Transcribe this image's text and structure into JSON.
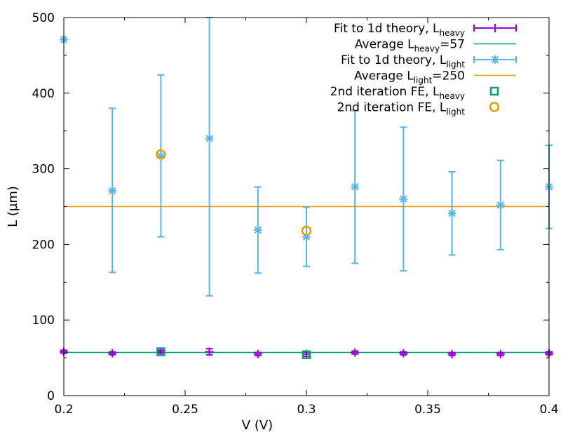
{
  "chart_data": {
    "type": "scatter",
    "xlabel": "V  (V)",
    "ylabel": "L (µm)",
    "xlim": [
      0.2,
      0.4
    ],
    "ylim": [
      0,
      500
    ],
    "x_ticks": [
      0.2,
      0.25,
      0.3,
      0.35,
      0.4
    ],
    "x_tick_labels": [
      "0.2",
      "0.25",
      "0.3",
      "0.35",
      "0.4"
    ],
    "y_ticks": [
      0,
      100,
      200,
      300,
      400,
      500
    ],
    "y_tick_labels": [
      "0",
      "100",
      "200",
      "300",
      "400",
      "500"
    ],
    "grid": false,
    "legend_position": "top-right",
    "series": [
      {
        "id": "fit_heavy",
        "kind": "errorbars",
        "marker": "plus",
        "color": "#9400d3",
        "legend": {
          "main": "Fit to 1d theory, L",
          "sub": "heavy",
          "tail": ""
        },
        "points": [
          {
            "x": 0.2,
            "y": 58,
            "lo": 56,
            "hi": 60
          },
          {
            "x": 0.22,
            "y": 56,
            "lo": 54,
            "hi": 58
          },
          {
            "x": 0.24,
            "y": 58,
            "lo": 56,
            "hi": 60
          },
          {
            "x": 0.26,
            "y": 58,
            "lo": 54,
            "hi": 62
          },
          {
            "x": 0.28,
            "y": 55,
            "lo": 53,
            "hi": 57
          },
          {
            "x": 0.3,
            "y": 55,
            "lo": 52,
            "hi": 58
          },
          {
            "x": 0.32,
            "y": 57,
            "lo": 55,
            "hi": 59
          },
          {
            "x": 0.34,
            "y": 56,
            "lo": 54,
            "hi": 58
          },
          {
            "x": 0.36,
            "y": 55,
            "lo": 53,
            "hi": 57
          },
          {
            "x": 0.38,
            "y": 55,
            "lo": 53,
            "hi": 57
          },
          {
            "x": 0.4,
            "y": 56,
            "lo": 54,
            "hi": 58
          }
        ]
      },
      {
        "id": "avg_heavy",
        "kind": "hline",
        "color": "#009e73",
        "y": 57,
        "legend": {
          "main": "Average L",
          "sub": "heavy",
          "tail": "=57"
        }
      },
      {
        "id": "fit_light",
        "kind": "errorbars",
        "marker": "star",
        "color": "#56b4e9",
        "legend": {
          "main": "Fit to 1d theory, L",
          "sub": "light",
          "tail": ""
        },
        "points": [
          {
            "x": 0.2,
            "y": 471,
            "lo": 471,
            "hi": 471
          },
          {
            "x": 0.22,
            "y": 271,
            "lo": 163,
            "hi": 380
          },
          {
            "x": 0.24,
            "y": 317,
            "lo": 210,
            "hi": 424
          },
          {
            "x": 0.26,
            "y": 340,
            "lo": 132,
            "hi": 500
          },
          {
            "x": 0.28,
            "y": 219,
            "lo": 162,
            "hi": 276
          },
          {
            "x": 0.3,
            "y": 210,
            "lo": 171,
            "hi": 249
          },
          {
            "x": 0.32,
            "y": 276,
            "lo": 175,
            "hi": 377
          },
          {
            "x": 0.34,
            "y": 260,
            "lo": 165,
            "hi": 355
          },
          {
            "x": 0.36,
            "y": 241,
            "lo": 186,
            "hi": 296
          },
          {
            "x": 0.38,
            "y": 252,
            "lo": 193,
            "hi": 311
          },
          {
            "x": 0.4,
            "y": 276,
            "lo": 221,
            "hi": 331
          }
        ]
      },
      {
        "id": "avg_light",
        "kind": "hline",
        "color": "#e69f00",
        "y": 250,
        "legend": {
          "main": "Average L",
          "sub": "light",
          "tail": "=250"
        }
      },
      {
        "id": "fe_heavy",
        "kind": "points",
        "marker": "square",
        "color": "#009e73",
        "legend": {
          "main": "2nd iteration FE, L",
          "sub": "heavy",
          "tail": ""
        },
        "points": [
          {
            "x": 0.24,
            "y": 58
          },
          {
            "x": 0.3,
            "y": 54
          }
        ]
      },
      {
        "id": "fe_light",
        "kind": "points",
        "marker": "circle",
        "color": "#e69f00",
        "legend": {
          "main": "2nd iteration FE, L",
          "sub": "light",
          "tail": ""
        },
        "points": [
          {
            "x": 0.24,
            "y": 319
          },
          {
            "x": 0.3,
            "y": 218
          }
        ]
      }
    ]
  }
}
